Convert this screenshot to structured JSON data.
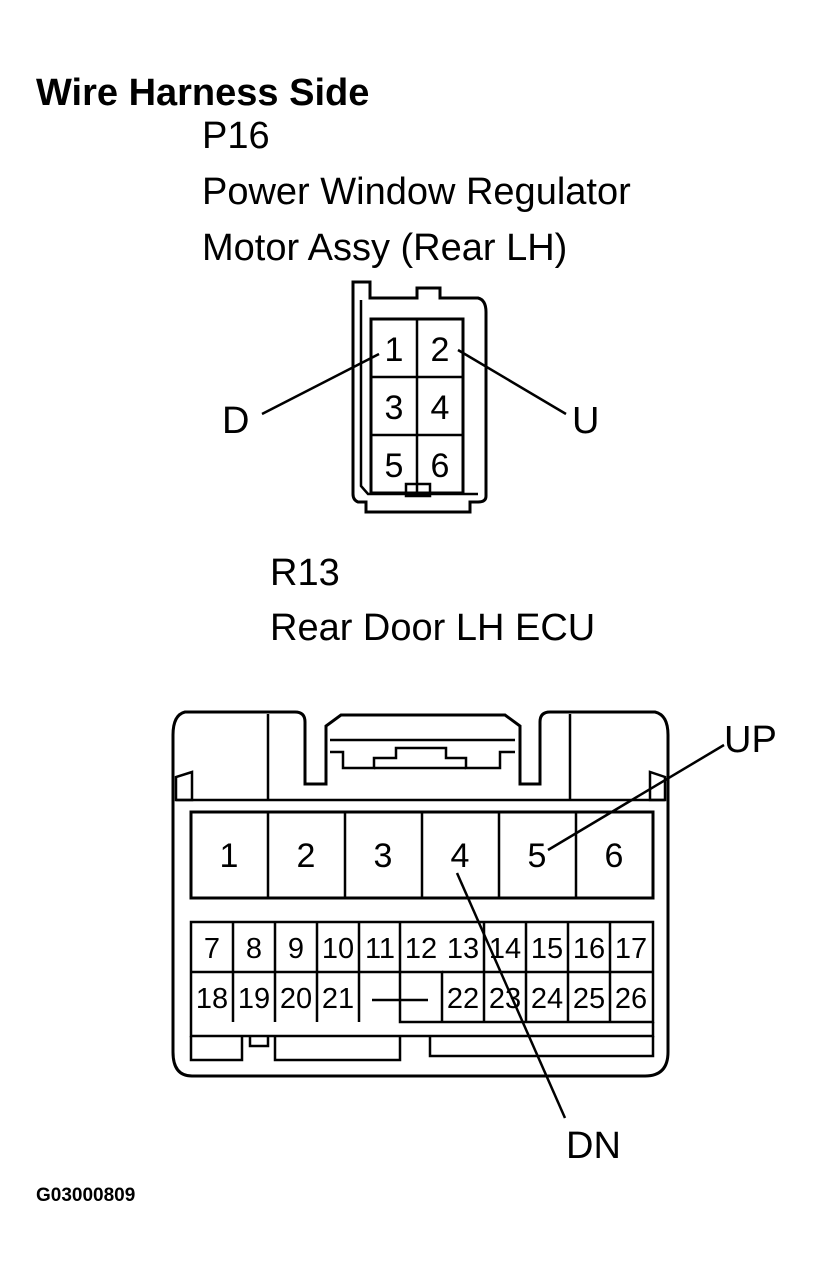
{
  "heading": "Wire Harness Side",
  "connector_a": {
    "code": "P16",
    "name_line1": "Power Window Regulator",
    "name_line2": "Motor Assy (Rear LH)",
    "pins": [
      "1",
      "2",
      "3",
      "4",
      "5",
      "6"
    ],
    "callouts": {
      "left": "D",
      "right": "U"
    }
  },
  "connector_b": {
    "code": "R13",
    "name": "Rear Door LH ECU",
    "pins_top": [
      "1",
      "2",
      "3",
      "4",
      "5",
      "6"
    ],
    "pins_row1": [
      "7",
      "8",
      "9",
      "10",
      "11",
      "12",
      "13",
      "14",
      "15",
      "16",
      "17"
    ],
    "pins_row2_left": [
      "18",
      "19",
      "20",
      "21"
    ],
    "pins_row2_right": [
      "22",
      "23",
      "24",
      "25",
      "26"
    ],
    "callouts": {
      "up": "UP",
      "down": "DN"
    }
  },
  "figure_code": "G03000809"
}
